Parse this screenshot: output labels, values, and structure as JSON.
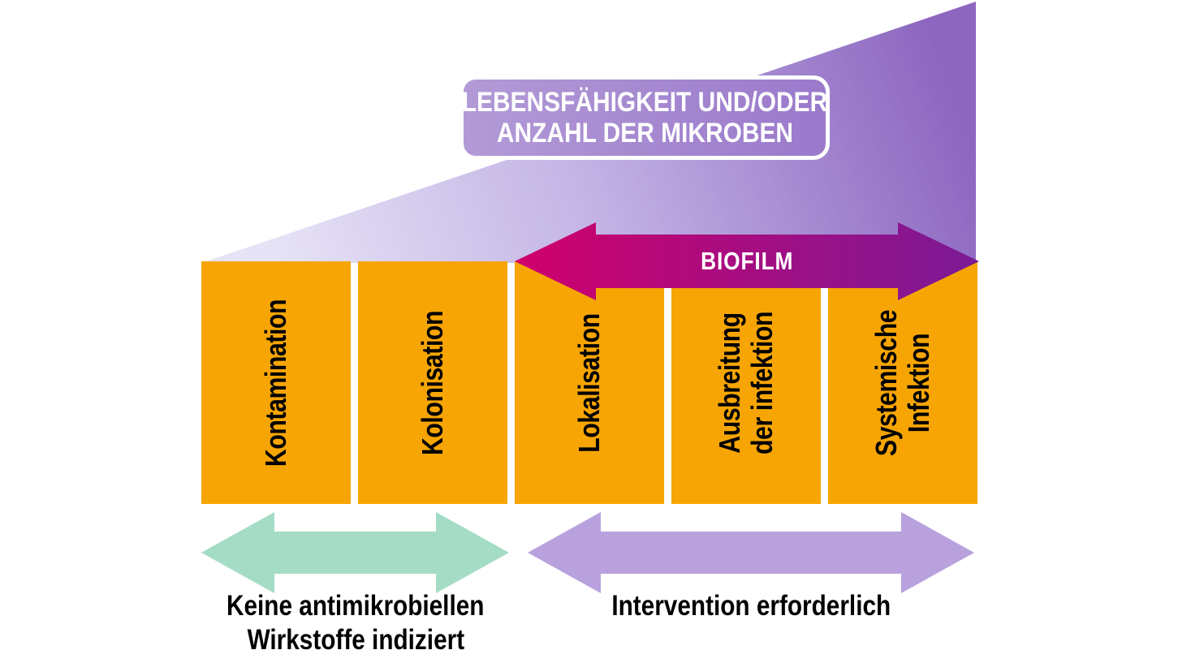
{
  "colors": {
    "bar-orange": "#F6A504",
    "wedge-light": "#E7E3F6",
    "wedge-mid": "#C3B4E5",
    "wedge-dark": "#8D66C0",
    "box-light": "#B29AD6",
    "box-dark": "#9A79CB",
    "biofilm-start": "#D0006B",
    "biofilm-end": "#7B1A96",
    "teal-arrow": "#A4DCC5",
    "purple-arrow": "#B8A1DD",
    "text-dark": "#000000",
    "text-light": "#FFFFFF"
  },
  "viability_label": {
    "line1": "LEBENSFÄHIGKEIT UND/ODER",
    "line2": "ANZAHL DER MIKROBEN"
  },
  "biofilm": {
    "label": "BIOFILM"
  },
  "stages": [
    {
      "name": "Kontamination",
      "lines": [
        "Kontamination"
      ]
    },
    {
      "name": "Kolonisation",
      "lines": [
        "Kolonisation"
      ]
    },
    {
      "name": "Lokalisation",
      "lines": [
        "Lokalisation"
      ]
    },
    {
      "name": "Ausbreitung der infektion",
      "lines": [
        "Ausbreitung",
        "der infektion"
      ]
    },
    {
      "name": "Systemische Infektion",
      "lines": [
        "Systemische",
        "Infektion"
      ]
    }
  ],
  "footer": {
    "no_antimicrobial": {
      "lines": [
        "Keine antimikrobiellen",
        "Wirkstoffe indiziert"
      ]
    },
    "intervention": {
      "label": "Intervention erforderlich"
    }
  }
}
